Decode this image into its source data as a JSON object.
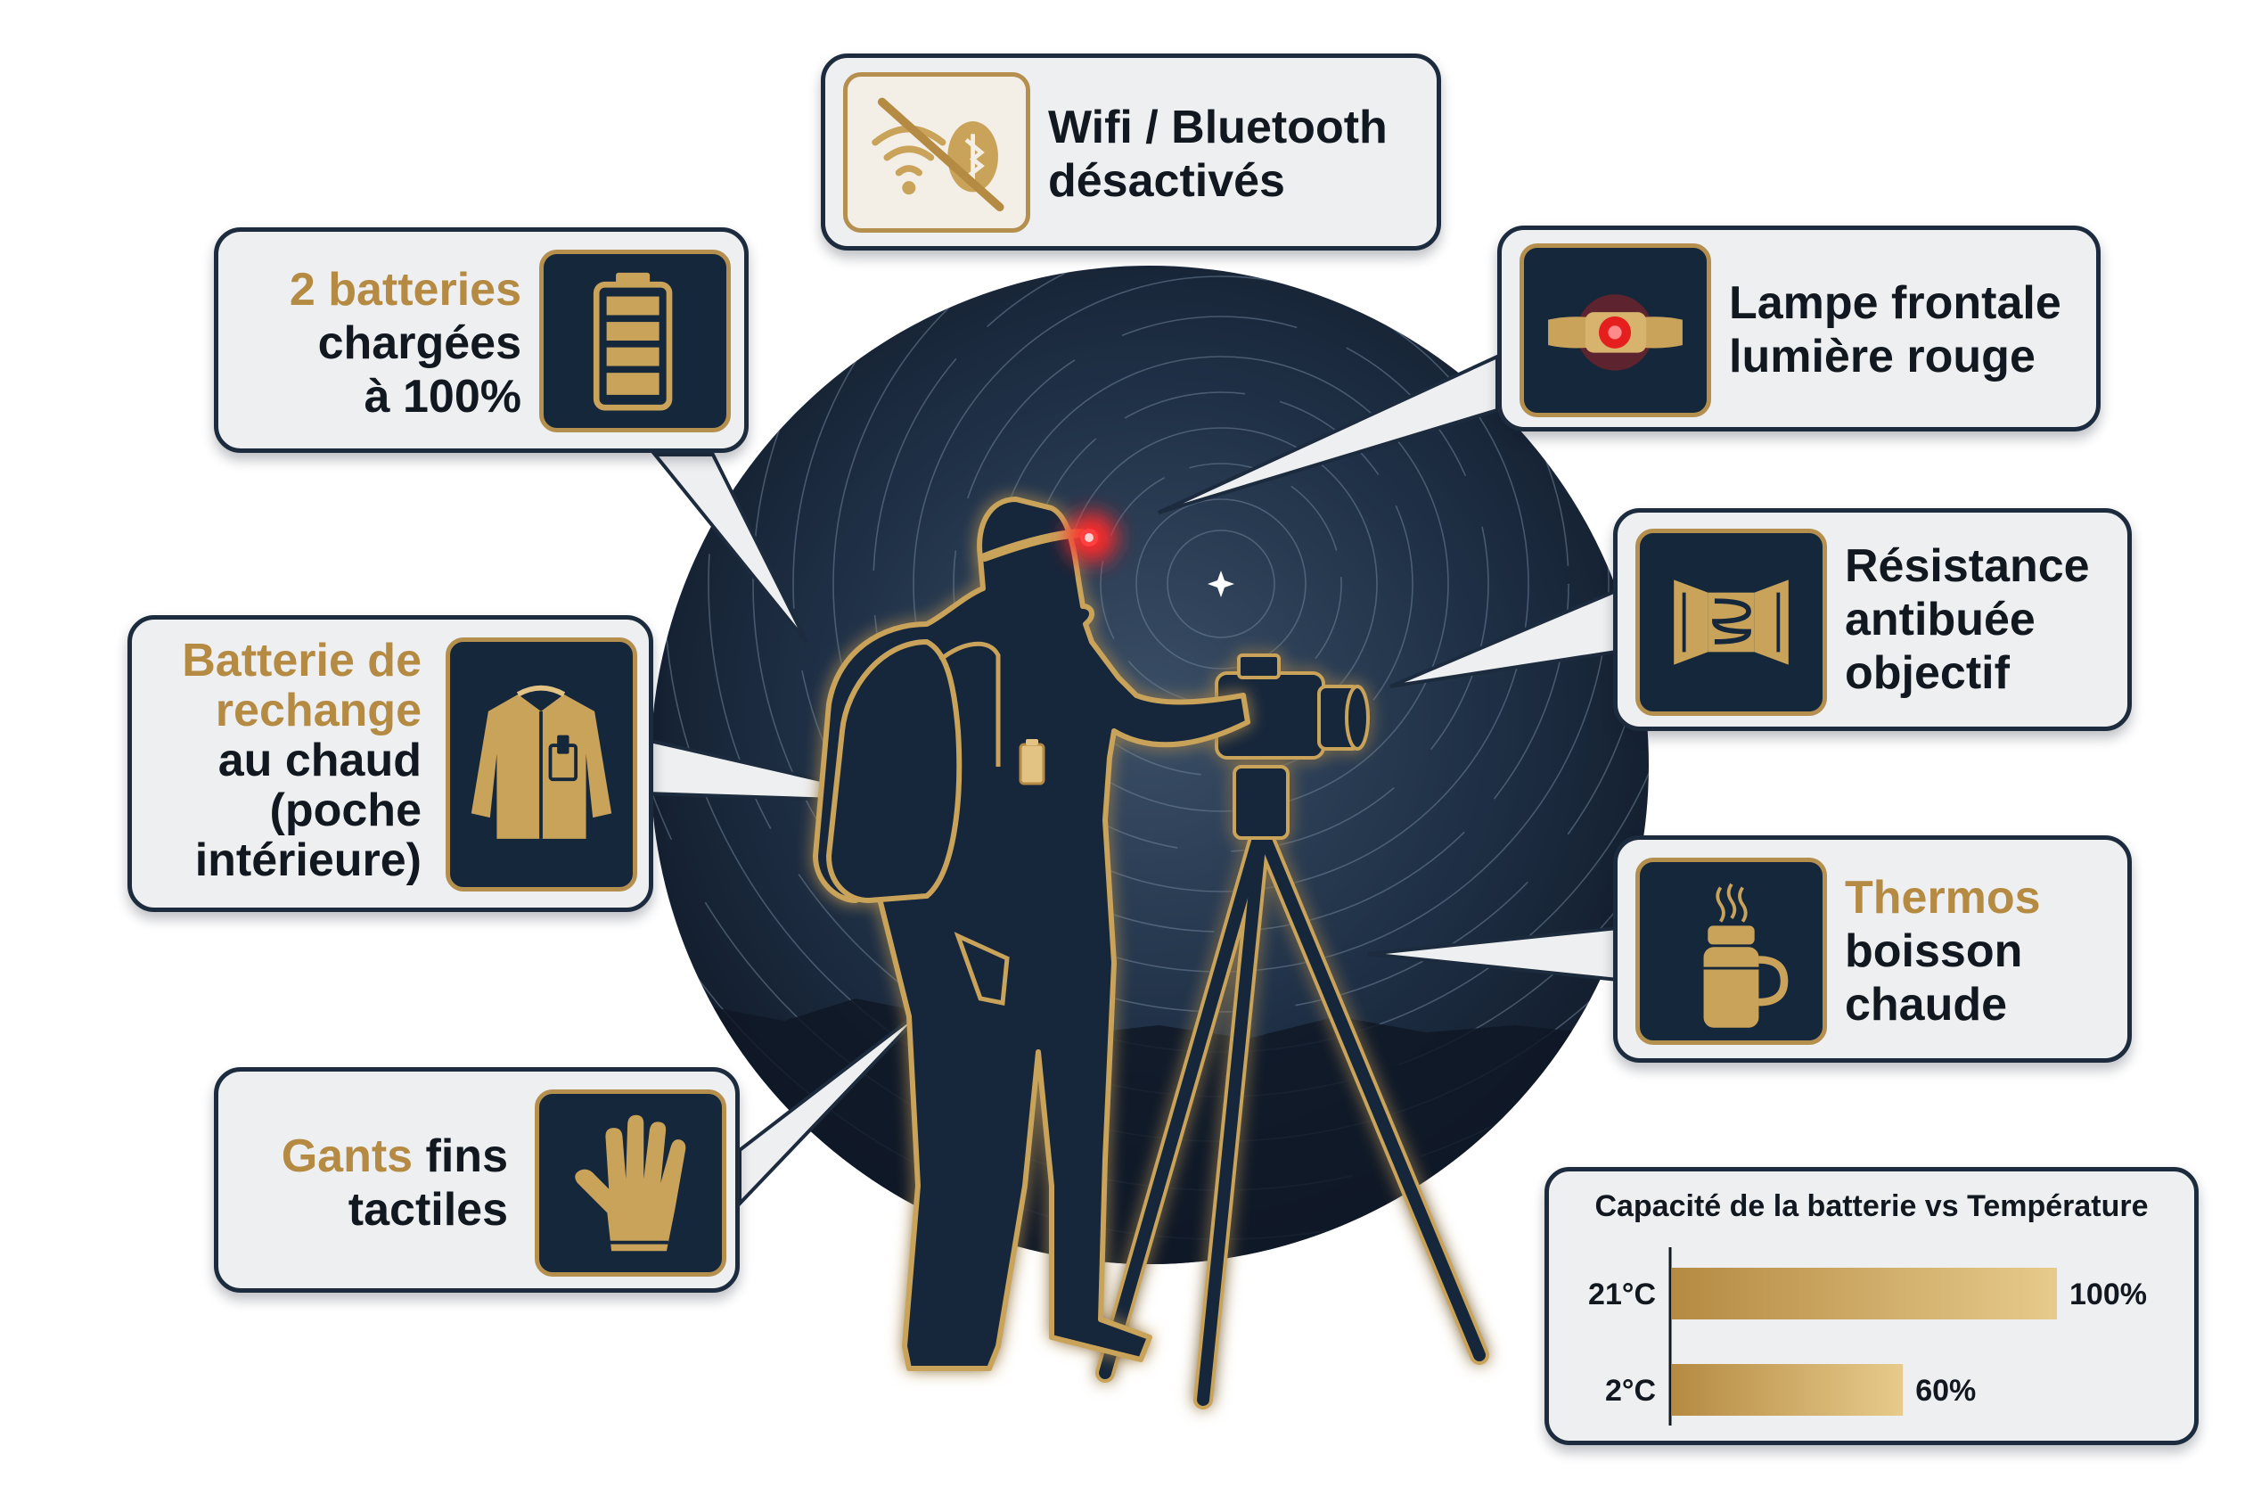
{
  "callouts": {
    "wifi": {
      "line1": "Wifi / Bluetooth",
      "line2": "désactivés",
      "icon": "wifi-bluetooth-off-icon"
    },
    "batteries": {
      "highlight": "2 batteries",
      "line2": "chargées",
      "line3": "à 100%",
      "icon": "battery-full-icon"
    },
    "headlamp": {
      "line1": "Lampe frontale",
      "line2": "lumière rouge",
      "icon": "red-headlamp-icon"
    },
    "spare": {
      "highlight1": "Batterie de",
      "highlight2": "rechange",
      "line3": "au chaud",
      "line4": "(poche",
      "line5": "intérieure)",
      "icon": "jacket-pocket-icon"
    },
    "antifog": {
      "line1": "Résistance",
      "line2": "antibuée",
      "line3": "objectif",
      "icon": "lens-heater-icon"
    },
    "thermos": {
      "highlight": "Thermos",
      "line2": "boisson",
      "line3": "chaude",
      "icon": "thermos-icon"
    },
    "gloves": {
      "highlight": "Gants",
      "rest": " fins",
      "line2": "tactiles",
      "icon": "glove-icon"
    }
  },
  "colors": {
    "navy": "#15273a",
    "gold": "#c9a35a",
    "gold_text": "#b58a42",
    "red_light": "#e51e1e",
    "panel": "#eeeff1"
  },
  "chart_data": {
    "type": "bar",
    "orientation": "horizontal",
    "title": "Capacité de la batterie vs Température",
    "categories": [
      "21°C",
      "2°C"
    ],
    "values": [
      100,
      60
    ],
    "value_labels": [
      "100%",
      "60%"
    ],
    "xlim": [
      0,
      100
    ],
    "grid": false,
    "legend": "none"
  }
}
